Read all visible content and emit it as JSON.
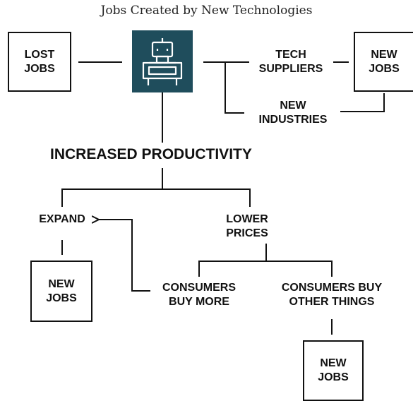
{
  "title": "Jobs Created by New Technologies",
  "nodes": {
    "lost_jobs": "LOST\nJOBS",
    "tech_suppliers": "TECH\nSUPPLIERS",
    "new_jobs_top": "NEW\nJOBS",
    "new_industries": "NEW\nINDUSTRIES",
    "increased_productivity": "INCREASED PRODUCTIVITY",
    "expand": "EXPAND",
    "lower_prices": "LOWER\nPRICES",
    "new_jobs_left": "NEW\nJOBS",
    "consumers_buy_more": "CONSUMERS\nBUY MORE",
    "consumers_buy_other": "CONSUMERS BUY\nOTHER THINGS",
    "new_jobs_bottom": "NEW\nJOBS"
  },
  "colors": {
    "robot_bg": "#1f4d5c",
    "line": "#111111"
  },
  "icons": {
    "robot": "robot-icon"
  }
}
